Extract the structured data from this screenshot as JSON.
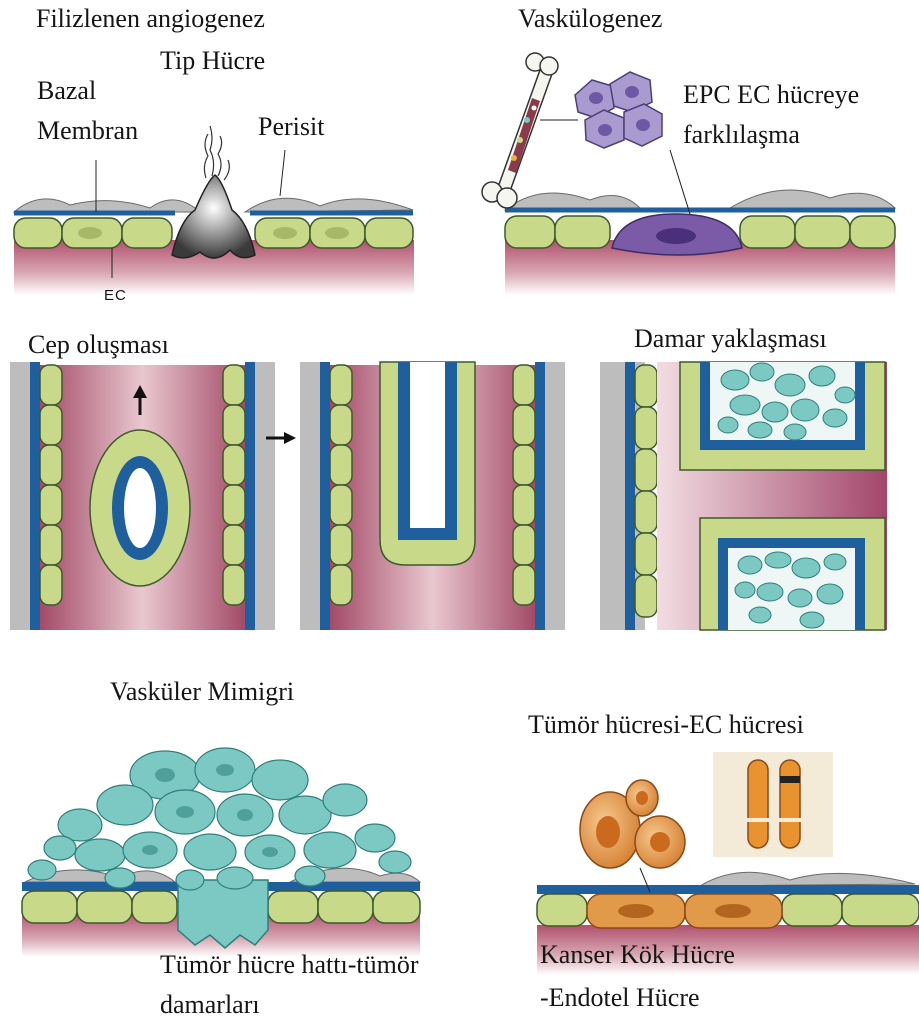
{
  "panels": {
    "sprouting": {
      "title": "Filizlenen angiogenez",
      "tip_cell": "Tip Hücre",
      "basal_line1": "Bazal",
      "basal_line2": "Membran",
      "pericyte": "Perisit",
      "ec": "EC"
    },
    "vasculogenesis": {
      "title": "Vaskülogenez",
      "epc_line1": "EPC EC hücreye",
      "epc_line2": "farklılaşma"
    },
    "intussusception": {
      "title": "Cep oluşması"
    },
    "cooption": {
      "title": "Damar yaklaşması"
    },
    "mimicry": {
      "title": "Vasküler Mimigri",
      "caption_line1": "Tümör hücre hattı-tümör",
      "caption_line2": "damarları"
    },
    "transdifferentiation": {
      "title": "Tümör hücresi-EC hücresi",
      "caption_line1": "Kanser Kök Hücre",
      "caption_line2": "-Endotel Hücre"
    }
  },
  "colors": {
    "membrane": "#1f5f9e",
    "endothelium": "#c9d98a",
    "lumen": "#b7637a",
    "pericyte": "#b8b8b8",
    "tumor_cell": "#7cc9c4",
    "epc": "#8f7cc2",
    "stem_cell": "#e09a4a"
  }
}
